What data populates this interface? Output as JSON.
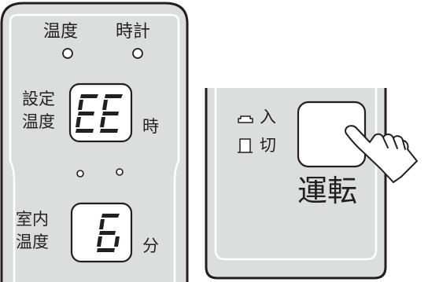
{
  "left_panel": {
    "indicators": {
      "temperature_label": "温度",
      "clock_label": "時計"
    },
    "set_temperature": {
      "label_line1": "設定",
      "label_line2": "温度",
      "display": "EE",
      "unit": "時"
    },
    "room_temperature": {
      "label_line1": "室内",
      "label_line2": "温度",
      "display": "6",
      "unit": "分"
    }
  },
  "right_panel": {
    "switch_on_label": "入",
    "switch_off_label": "切",
    "run_button_label": "運転"
  },
  "colors": {
    "panel_fill": "#dcdddd",
    "stroke": "#231f20"
  }
}
